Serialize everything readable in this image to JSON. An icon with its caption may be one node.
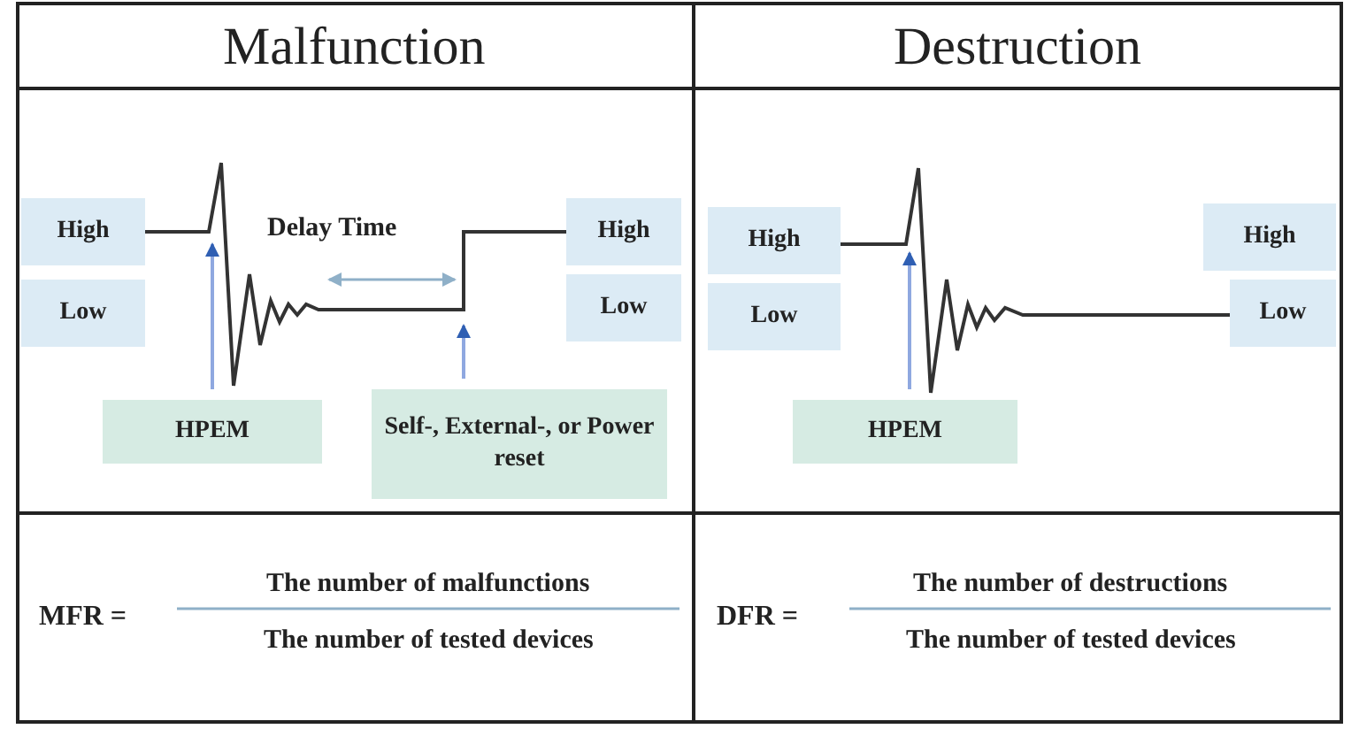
{
  "diagram": {
    "nodes": [
      {
        "text": [
          "High"
        ]
      },
      {
        "text": [
          "High"
        ]
      },
      {
        "text": [
          "Low"
        ]
      },
      {
        "text": [
          "Low"
        ]
      },
      {
        "text": [
          "HPEM"
        ]
      },
      {
        "text": [
          "Self-, External-, or Power reset"
        ]
      },
      {
        "text": [
          "High"
        ]
      },
      {
        "text": [
          "High"
        ]
      },
      {
        "text": [
          "Low"
        ]
      },
      {
        "text": [
          "Low"
        ]
      },
      {
        "text": [
          "HPEM"
        ]
      }
    ],
    "edges": [
      {
        "from": 4,
        "to": null,
        "arrow": "to"
      },
      {
        "from": 5,
        "to": null,
        "arrow": "to"
      },
      {
        "from": 10,
        "to": null,
        "arrow": "to"
      }
    ],
    "labels": [
      "Malfunction",
      "Destruction",
      "Delay Time",
      "MFR =",
      "The number of malfunctions",
      "The number of tested devices",
      "DFR =",
      "The number of destructions",
      "The number of tested devices"
    ]
  }
}
